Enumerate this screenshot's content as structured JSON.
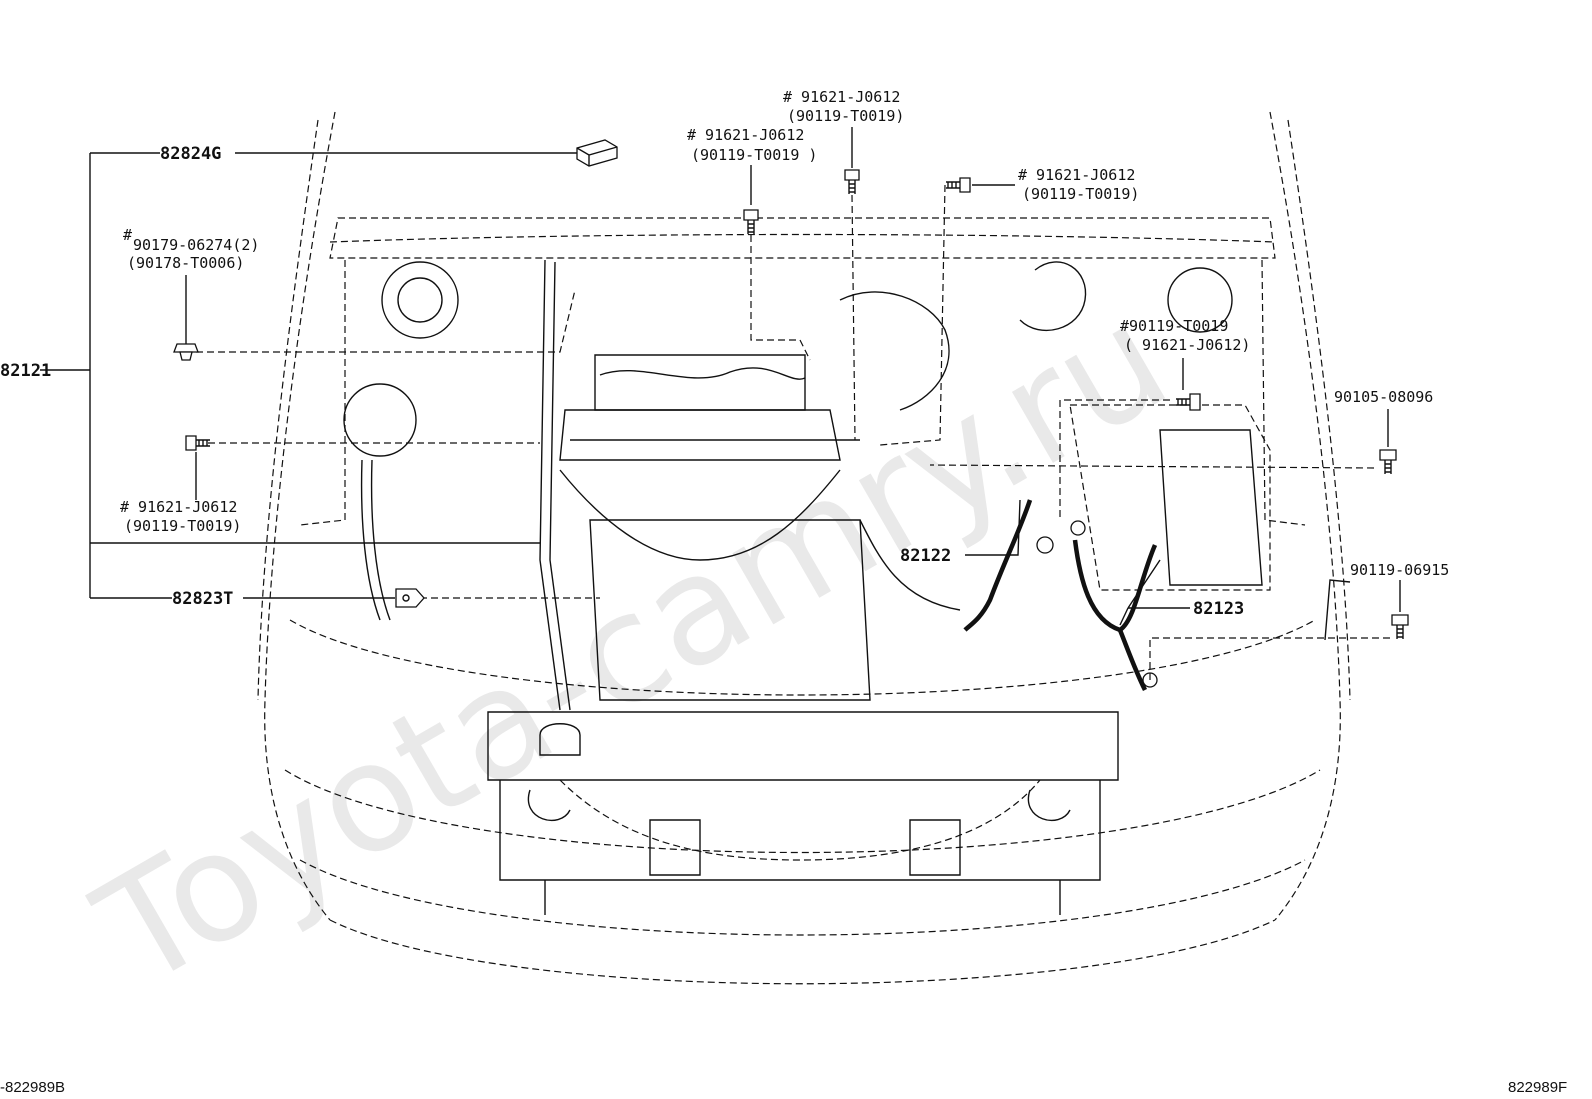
{
  "watermark": "Toyota-camry.ru",
  "labels": {
    "p82824G": "82824G",
    "p82121": "82121",
    "p82823T": "82823T",
    "p82122": "82122",
    "p82123": "82123",
    "hash": "#",
    "c1_a": "90179-06274(2)",
    "c1_b": "(90178-T0006)",
    "c2_a": "# 91621-J0612",
    "c2_b": "(90119-T0019)",
    "c3_a": "# 91621-J0612",
    "c3_b": "(90119-T0019 )",
    "c4_a": "# 91621-J0612",
    "c4_b": "(90119-T0019)",
    "c5_a": "#90119-T0019",
    "c5_b": "( 91621-J0612)",
    "c6_a": "# 91621-J0612",
    "c6_b": "(90119-T0019)",
    "p90105": "90105-08096",
    "p90119": "90119-06915"
  },
  "footer": {
    "left": "-822989B",
    "right": "822989F"
  }
}
